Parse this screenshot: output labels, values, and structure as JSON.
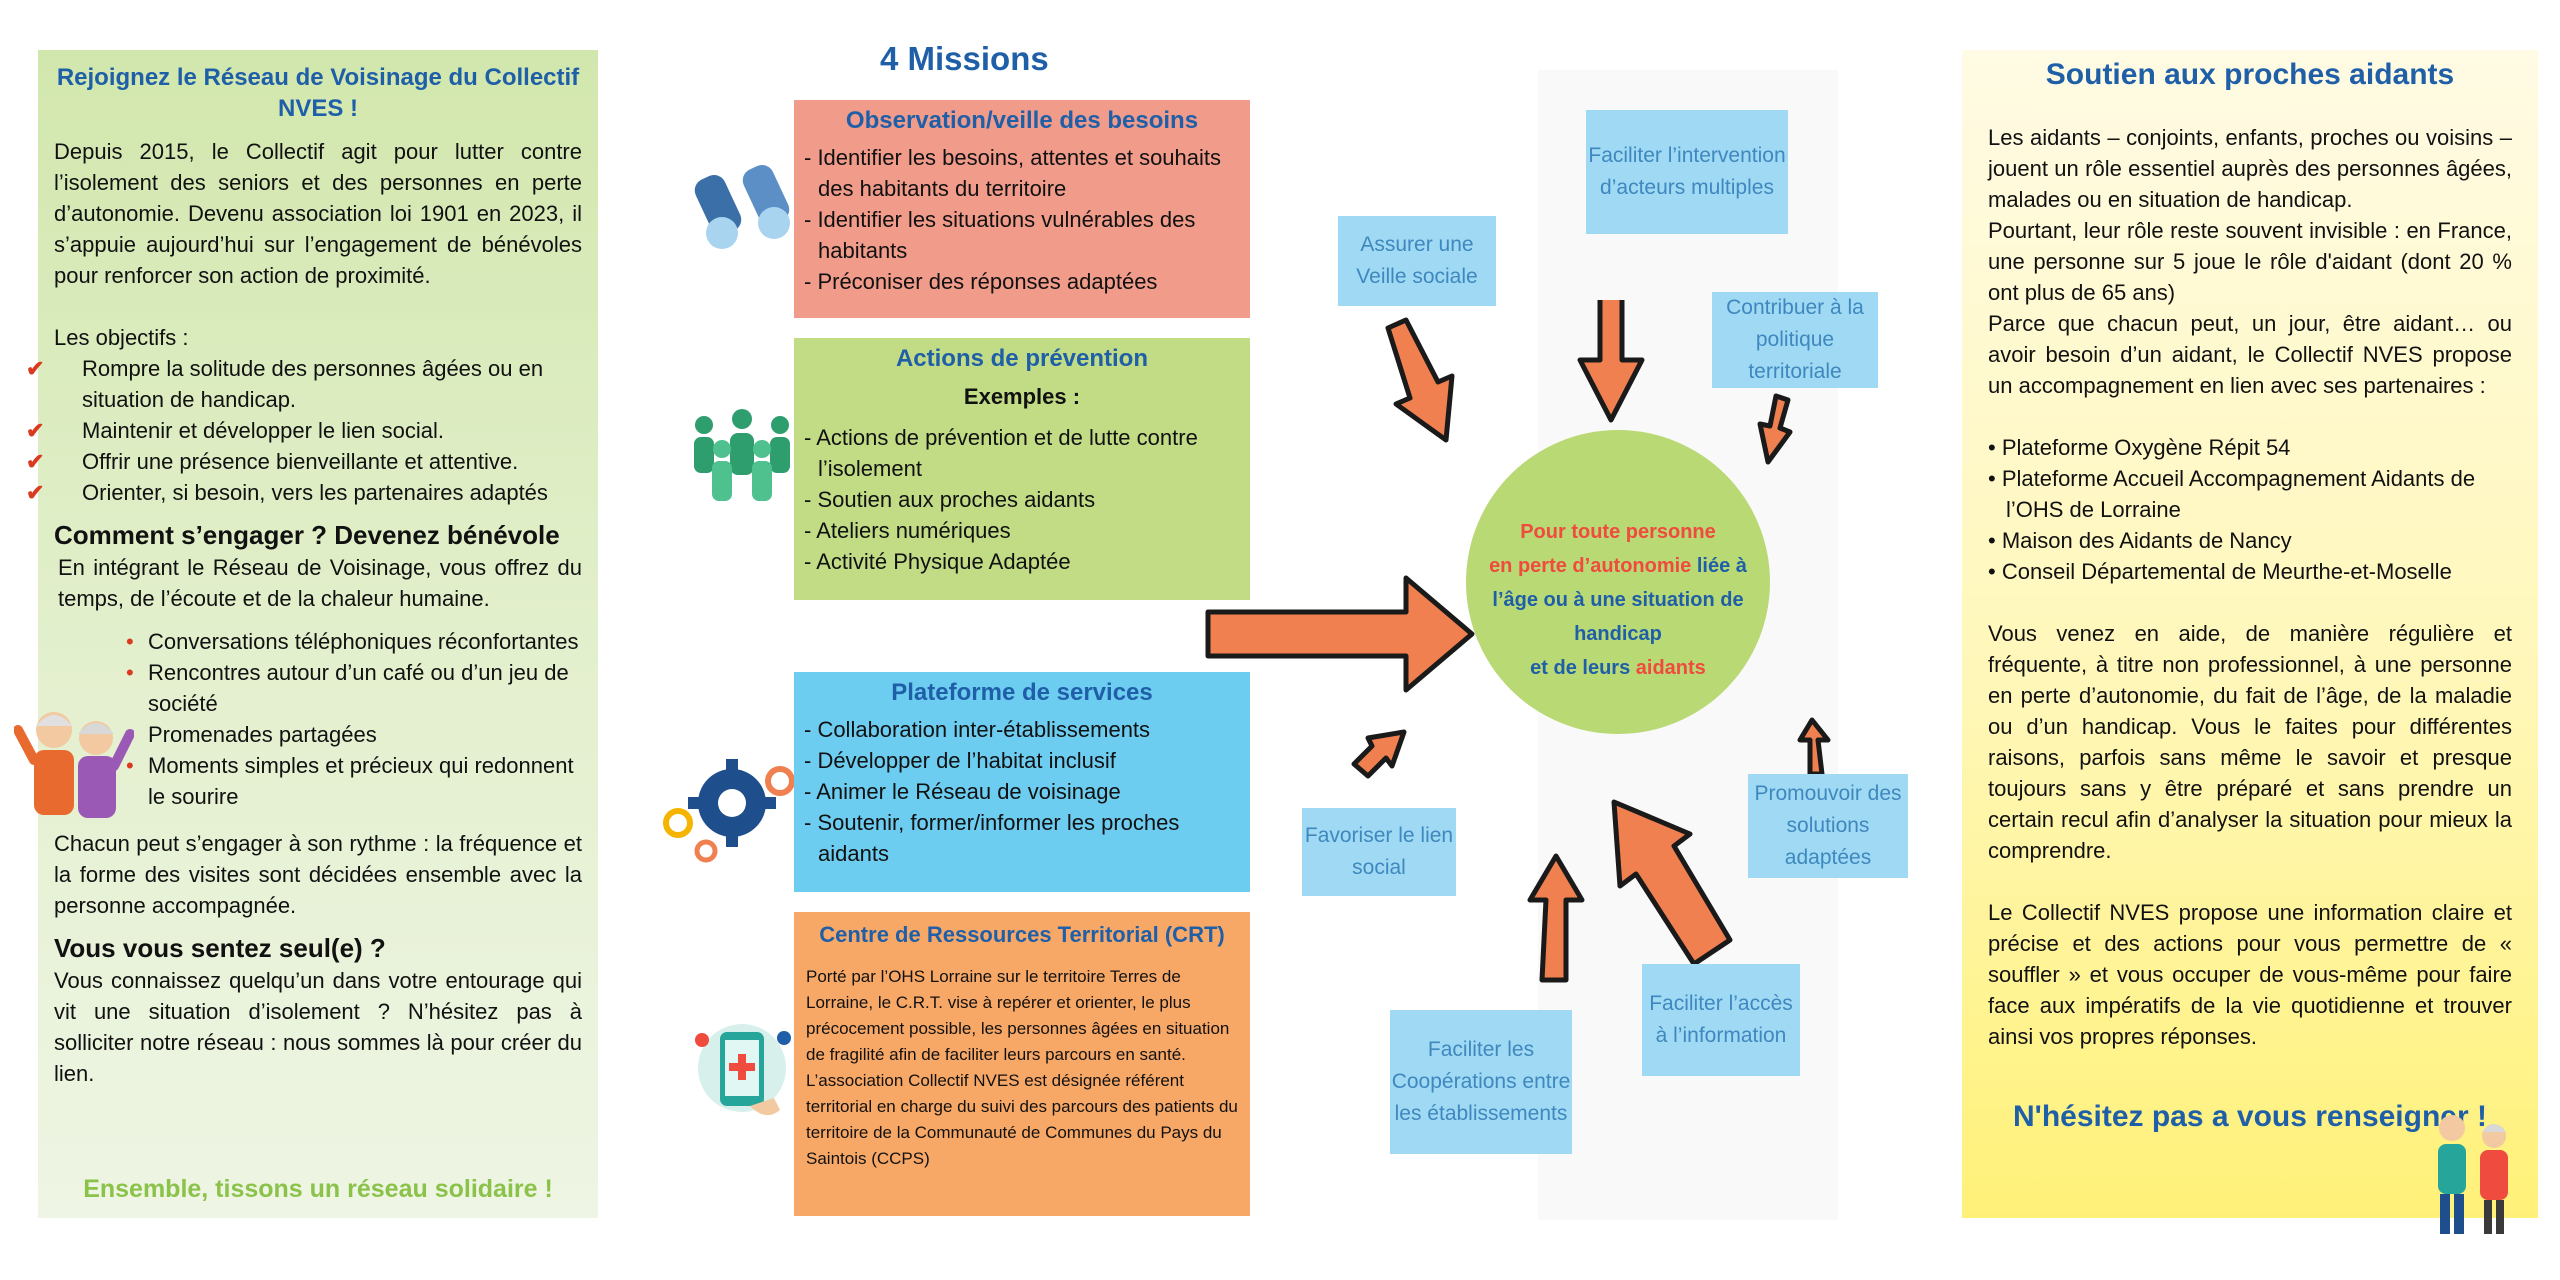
{
  "left": {
    "title": "Rejoignez le Réseau de Voisinage du Collectif NVES !",
    "intro": "Depuis 2015, le Collectif agit pour lutter contre l’isolement des seniors et des personnes en perte d’autonomie. Devenu association loi 1901 en 2023, il s’appuie aujourd’hui sur l’engagement de bénévoles pour renforcer son action de proximité.",
    "objectifs_label": "Les objectifs :",
    "objectifs": [
      "Rompre la solitude des personnes âgées ou en situation de handicap.",
      "Maintenir et développer le lien social.",
      "Offrir une présence bienveillante et attentive.",
      "Orienter, si besoin, vers les partenaires adaptés"
    ],
    "engage_heading": "Comment s’engager ? Devenez bénévole",
    "engage_text": "En intégrant le Réseau de Voisinage, vous offrez du temps, de l’écoute et de la chaleur humaine.",
    "activities": [
      "Conversations téléphoniques réconfortantes",
      "Rencontres autour d’un café ou d’un jeu de société",
      "Promenades partagées",
      "Moments simples et précieux qui redonnent le sourire"
    ],
    "rythme": "Chacun peut s’engager à son rythme : la fréquence et la forme des visites sont décidées ensemble avec la personne accompagnée.",
    "seul_heading": "Vous vous sentez seul(e) ?",
    "seul_text": "Vous connaissez quelqu’un dans votre entourage qui vit une situation d’isolement ? N’hésitez pas à solliciter notre réseau : nous sommes là pour créer du lien.",
    "ensemble": "Ensemble, tissons un réseau solidaire !"
  },
  "middle": {
    "missions_title": "4 Missions",
    "observation": {
      "title": "Observation/veille des besoins",
      "items": [
        "- Identifier les besoins, attentes et souhaits des habitants du territoire",
        "- Identifier les situations vulnérables des habitants",
        "- Préconiser des réponses adaptées"
      ]
    },
    "prevention": {
      "title": "Actions de prévention",
      "subtitle": "Exemples :",
      "items": [
        "- Actions de prévention et de lutte contre l’isolement",
        "- Soutien aux proches aidants",
        "- Ateliers numériques",
        "- Activité Physique Adaptée"
      ]
    },
    "plateforme": {
      "title": "Plateforme de services",
      "items": [
        "- Collaboration inter-établissements",
        "- Développer de l’habitat inclusif",
        "- Animer le Réseau de voisinage",
        "- Soutenir, former/informer les proches aidants"
      ]
    },
    "crt": {
      "title": "Centre de Ressources Territorial (CRT)",
      "para1": "Porté par l’OHS Lorraine sur le territoire Terres de Lorraine, le C.R.T. vise à repérer et orienter, le plus précocement possible, les personnes âgées en situation de fragilité afin de faciliter leurs parcours en santé.",
      "para2": "L’association Collectif NVES est désignée référent territorial en charge du suivi des parcours des patients du territoire de la Communauté de Communes du Pays du Saintois (CCPS)"
    }
  },
  "diagram": {
    "center_line1": "Pour toute personne",
    "center_line2a": "en perte d’autonomie",
    "center_line2b": " liée à",
    "center_line3": "l’âge ou à une situation de",
    "center_line4": "handicap",
    "center_line5a": "et de leurs ",
    "center_line5b": "aidants",
    "labels": {
      "veille": "Assurer une Veille sociale",
      "intervention": "Faciliter l’intervention d’acteurs multiples",
      "politique": "Contribuer à la politique territoriale",
      "lien": "Favoriser le lien social",
      "solutions": "Promouvoir des solutions adaptées",
      "cooperations": "Faciliter les Coopérations entre les établissements",
      "information": "Faciliter l’accès à l’information"
    },
    "colors": {
      "arrow": "#f0804f",
      "circle": "#b9d975",
      "label_bg": "#9fd9f3",
      "red": "#ef4b3e",
      "blue": "#1f5fa8"
    }
  },
  "right": {
    "title": "Soutien aux proches aidants",
    "p1": "Les aidants – conjoints, enfants, proches ou voisins – jouent un rôle essentiel auprès des personnes âgées, malades ou en situation de handicap.",
    "p2": "Pourtant, leur rôle reste souvent invisible : en France, une personne sur 5 joue le rôle d'aidant (dont 20 % ont plus de 65 ans)",
    "p3": "Parce que chacun peut, un jour, être aidant… ou avoir besoin d’un aidant, le Collectif NVES propose un accompagnement en lien avec ses partenaires :",
    "partners": [
      "• Plateforme Oxygène Répit 54",
      "• Plateforme Accueil Accompagnement Aidants de l’OHS de Lorraine",
      "• Maison des Aidants de Nancy",
      "• Conseil Départemental de Meurthe-et-Moselle"
    ],
    "p4": "Vous venez en aide, de manière régulière et fréquente, à titre non professionnel, à une personne en perte d’autonomie, du fait de l’âge, de la maladie ou d’un handicap. Vous le faites pour différentes raisons, parfois sans même le savoir et presque toujours sans y être préparé et sans prendre un certain recul afin d’analyser la situation pour mieux la comprendre.",
    "p5": "Le Collectif NVES propose une information claire et précise et des actions pour vous permettre de « souffler » et vous occuper de vous-même pour faire face aux impératifs de la vie quotidienne et trouver ainsi vos propres réponses.",
    "cta": "N'hésitez pas a vous renseigner !"
  }
}
